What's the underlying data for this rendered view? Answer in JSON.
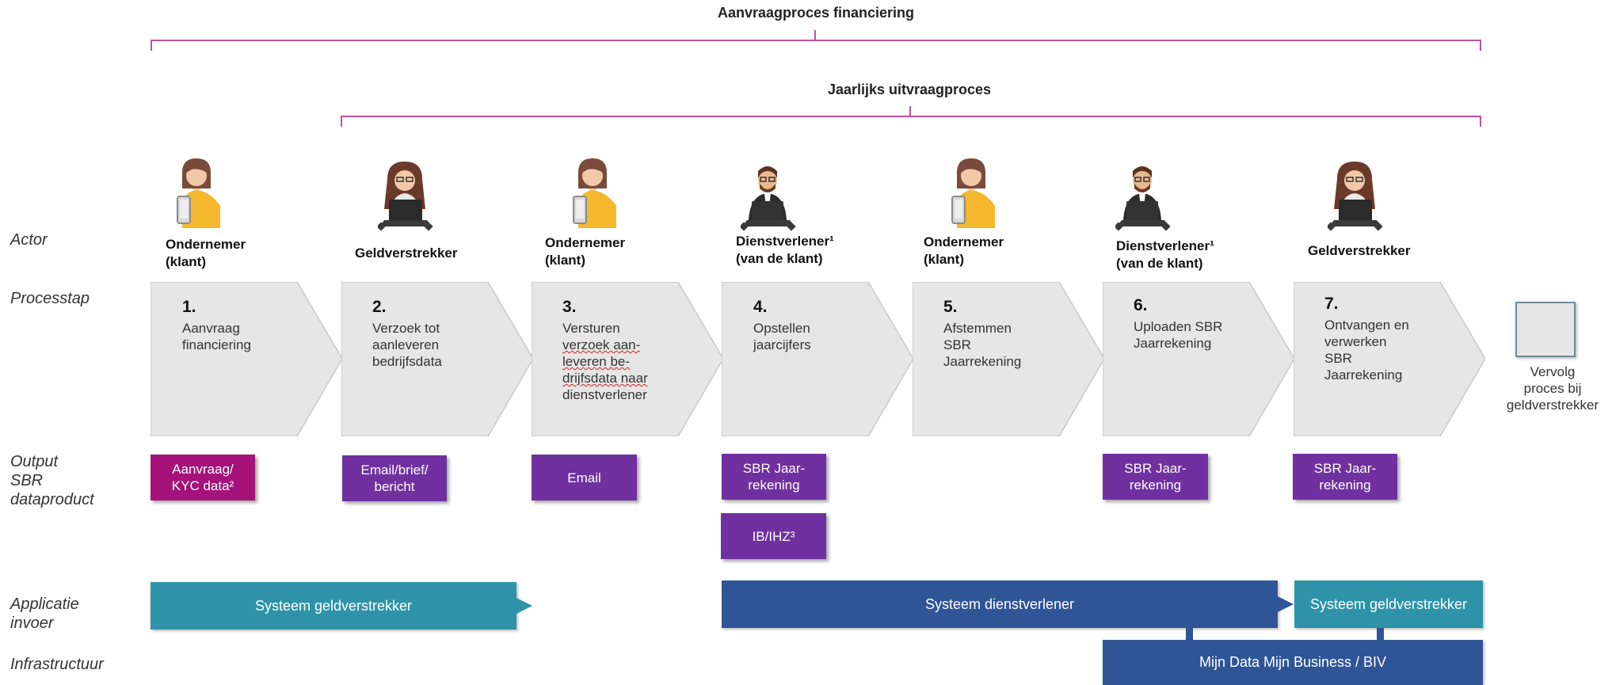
{
  "brackets": {
    "financing": "Aanvraagproces financiering",
    "annual": "Jaarlijks uitvraagproces"
  },
  "row_labels": {
    "actor": "Actor",
    "processstep": "Processtap",
    "output": [
      "Output",
      "SBR",
      "dataproduct"
    ],
    "application": [
      "Applicatie",
      "invoer"
    ],
    "infrastructure": "Infrastructuur"
  },
  "actors": [
    {
      "lines": [
        "Ondernemer",
        "(klant)"
      ],
      "icon": "woman-with-phone-icon"
    },
    {
      "lines": [
        "Geldverstrekker"
      ],
      "icon": "woman-with-laptop-icon"
    },
    {
      "lines": [
        "Ondernemer",
        "(klant)"
      ],
      "icon": "woman-with-phone-icon"
    },
    {
      "lines": [
        "Dienstverlener¹",
        "(van de klant)"
      ],
      "icon": "man-with-laptop-icon"
    },
    {
      "lines": [
        "Ondernemer",
        "(klant)"
      ],
      "icon": "woman-with-phone-icon"
    },
    {
      "lines": [
        "Dienstverlener¹",
        "(van de klant)"
      ],
      "icon": "man-with-laptop-icon"
    },
    {
      "lines": [
        "Geldverstrekker"
      ],
      "icon": "woman-with-laptop-icon"
    }
  ],
  "steps": [
    {
      "num": "1.",
      "lines": [
        "Aanvraag",
        "financiering"
      ]
    },
    {
      "num": "2.",
      "lines": [
        "Verzoek tot",
        "aanleveren",
        "bedrijfsdata"
      ]
    },
    {
      "num": "3.",
      "lines": [
        "Versturen",
        "verzoek aan-",
        "leveren be-",
        "drijfsdata naar",
        "dienstverlener"
      ]
    },
    {
      "num": "4.",
      "lines": [
        "Opstellen",
        "jaarcijfers"
      ]
    },
    {
      "num": "5.",
      "lines": [
        "Afstemmen",
        "SBR",
        "Jaarrekening"
      ]
    },
    {
      "num": "6.",
      "lines": [
        "Uploaden SBR",
        "Jaarrekening"
      ]
    },
    {
      "num": "7.",
      "lines": [
        "Ontvangen en",
        "verwerken",
        "SBR",
        "Jaarrekening"
      ]
    }
  ],
  "end_step": {
    "lines": [
      "Vervolg",
      "proces bij",
      "geldverstrekker"
    ]
  },
  "outputs": {
    "o1": [
      "Aanvraag/",
      "KYC data²"
    ],
    "o2": [
      "Email/brief/",
      "bericht"
    ],
    "o3": [
      "Email"
    ],
    "o4": [
      "SBR Jaar-",
      "rekening"
    ],
    "o4b": [
      "IB/IHZ³"
    ],
    "o6": [
      "SBR Jaar-",
      "rekening"
    ],
    "o7": [
      "SBR Jaar-",
      "rekening"
    ]
  },
  "applications": {
    "lender1": "Systeem geldverstrekker",
    "provider": "Systeem dienstverlener",
    "lender2": "Systeem geldverstrekker"
  },
  "infrastructure": {
    "label": "Mijn Data Mijn Business / BIV"
  },
  "colors": {
    "bracket": "#c2519a",
    "output_purple": "#7030a0",
    "output_magenta": "#a5127a",
    "app_teal": "#2e93a8",
    "app_navy": "#2f5597",
    "chevron_fill": "#e6e6e6"
  }
}
